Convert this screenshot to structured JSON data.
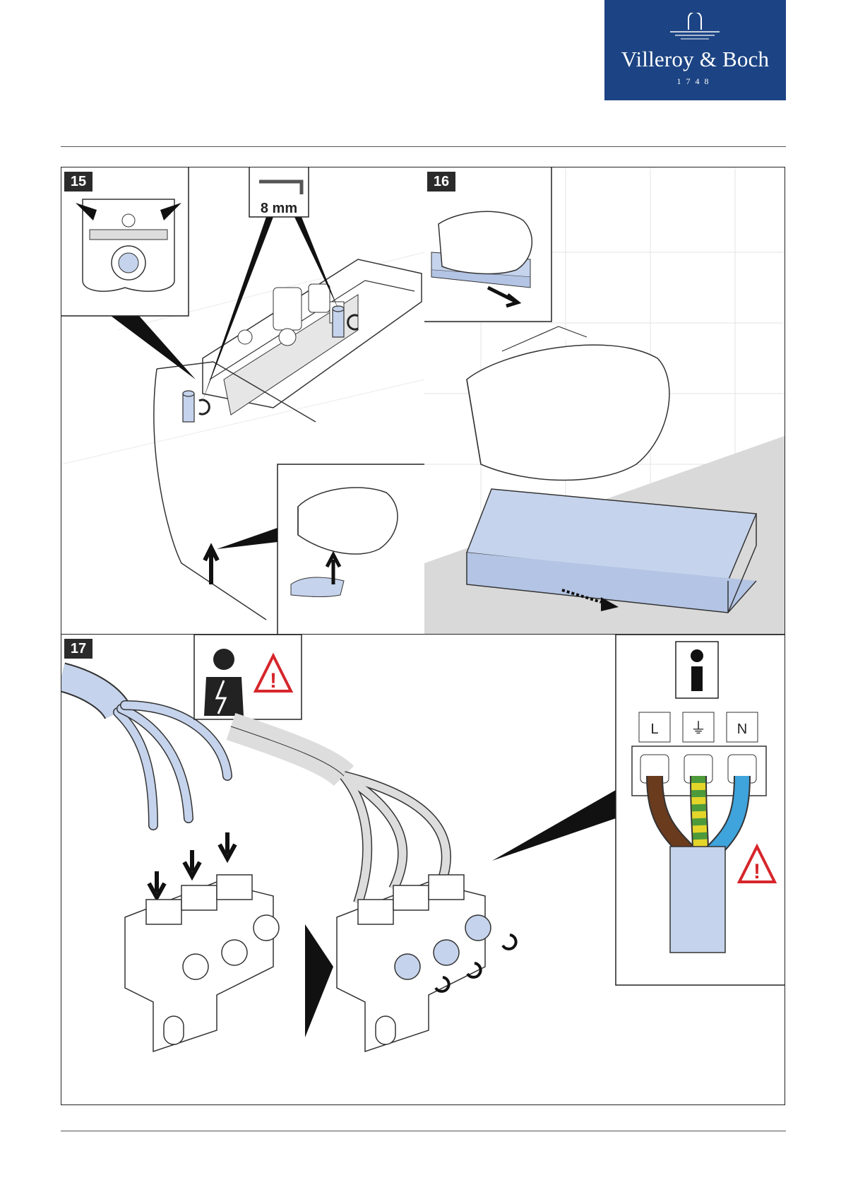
{
  "header": {
    "brand": "Villeroy & Boch",
    "year": "1748",
    "brand_color": "#1c4484"
  },
  "steps": [
    {
      "number": "15",
      "tool_label": "8 mm"
    },
    {
      "number": "16"
    },
    {
      "number": "17",
      "terminal_labels": [
        "L",
        "⏚",
        "N"
      ]
    }
  ],
  "colors": {
    "accent_blue": "#c5d3ec",
    "warning_red": "#d6262b",
    "wire_brown": "#6b3b1e",
    "wire_blue": "#3fa3dc",
    "wire_yellow": "#e4d52a",
    "wire_green": "#4d9a3b"
  }
}
